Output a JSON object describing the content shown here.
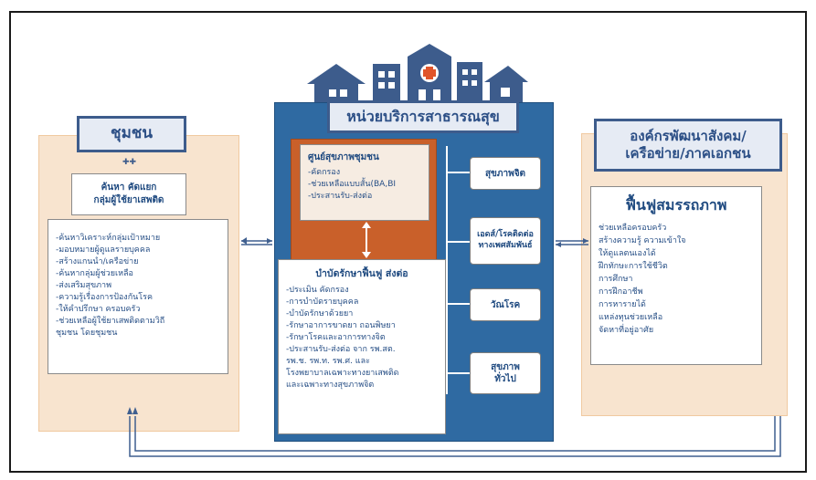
{
  "community": {
    "title": "ชุมชน",
    "screening_label": "ค้นหา คัดแยก\nกลุ่มผู้ใช้ยาเสพติด",
    "activities": [
      "-ค้นหาวิเคราะห์กลุ่มเป้าหมาย",
      "-มอบหมายผู้ดูแลรายบุคคล",
      "-สร้างแกนนำ/เครือข่าย",
      "-ค้นหากลุ่มผู้ช่วยเหลือ",
      "-ส่งเสริมสุขภาพ",
      "-ความรู้เรื่องการป้องกันโรค",
      "-ให้คำปรึกษา ครอบครัว",
      "-ช่วยเหลือผู้ใช้ยาเสพติดตามวิถี",
      "ชุมชน โดยชุมชน"
    ]
  },
  "health_service": {
    "title": "หน่วยบริการสาธารณสุข",
    "primary_care": {
      "title": "ศูนย์สุขภาพชุมชน",
      "items": [
        "-คัดกรอง",
        "-ช่วยเหลือแบบสั้น(BA,BI",
        "-ประสานรับ-ส่งต่อ"
      ]
    },
    "treatment": {
      "title": "บำบัดรักษาฟื้นฟู ส่งต่อ",
      "items": [
        "-ประเมิน คัดกรอง",
        "-การบำบัดรายบุคคล",
        "-บำบัดรักษาด้วยยา",
        "-รักษาอาการขาดยา ถอนพิษยา",
        "-รักษาโรคและอาการทางจิต",
        "-ประสานรับ-ส่งต่อ จาก รพ.สต.",
        "รพ.ช. รพ.ท. รพ.ศ. และ",
        "โรงพยาบาลเฉพาะทางยาเสพติด",
        "และเฉพาะทางสุขภาพจิต"
      ]
    },
    "services": [
      {
        "label": "สุขภาพจิต"
      },
      {
        "label": "เอดส์/โรคติดต่อ\nทางเพศสัมพันธ์"
      },
      {
        "label": "วัณโรค"
      },
      {
        "label": "สุขภาพ\nทั่วไป"
      }
    ]
  },
  "social": {
    "title": "องค์กรพัฒนาสังคม/\nเครือข่าย/ภาคเอกชน",
    "rehab_title": "ฟื้นฟูสมรรถภาพ",
    "items": [
      "ช่วยเหลือครอบครัว",
      "สร้างความรู้ ความเข้าใจ",
      "ให้ดูแลตนเองได้",
      "ฝึกทักษะการใช้ชีวิต",
      "การศึกษา",
      "การฝึกอาชีพ",
      "การหารายได้",
      "แหล่งทุนช่วยเหลือ",
      "จัดหาที่อยู่อาศัย"
    ]
  },
  "colors": {
    "navy": "#3d5c8c",
    "orange_panel": "#f8e4cf",
    "center_blue": "#2f6aa2",
    "text_blue": "#274f86"
  }
}
